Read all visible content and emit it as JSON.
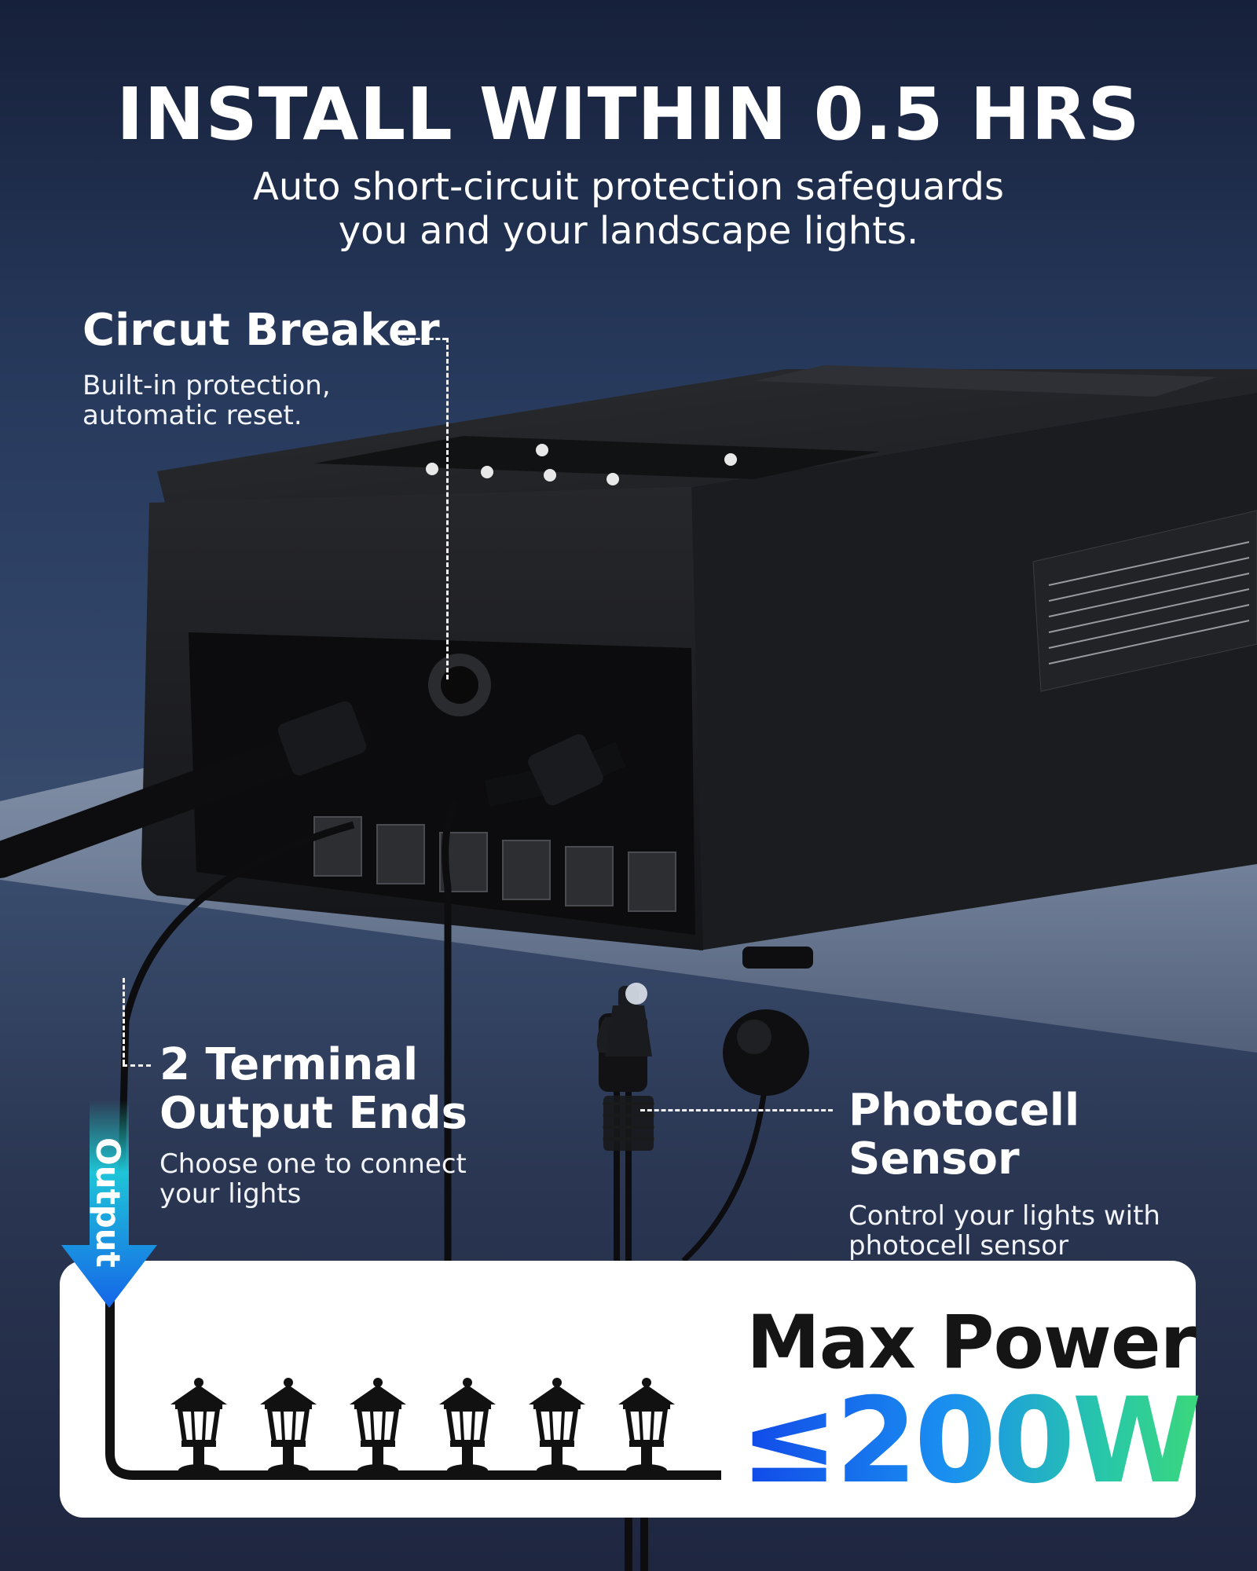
{
  "header": {
    "title": "INSTALL WITHIN 0.5 HRS",
    "subtitle_line1": "Auto short-circuit protection safeguards",
    "subtitle_line2": "you and your landscape lights."
  },
  "callouts": {
    "breaker": {
      "title": "Circut Breaker",
      "desc_line1": "Built-in protection,",
      "desc_line2": "automatic reset."
    },
    "terminal": {
      "title_line1": "2 Terminal",
      "title_line2": "Output Ends",
      "desc_line1": "Choose one to connect",
      "desc_line2": "your lights"
    },
    "photocell": {
      "title": "Photocell Sensor",
      "desc_line1": "Control your lights with",
      "desc_line2": "photocell sensor"
    }
  },
  "output_label": "Output",
  "max_power": {
    "label": "Max Power",
    "value": "≤200W"
  },
  "lamp_count": 6,
  "colors": {
    "accent_blue": "#1148e8",
    "accent_green": "#3bd77c",
    "arrow": "#1a8ff0"
  }
}
